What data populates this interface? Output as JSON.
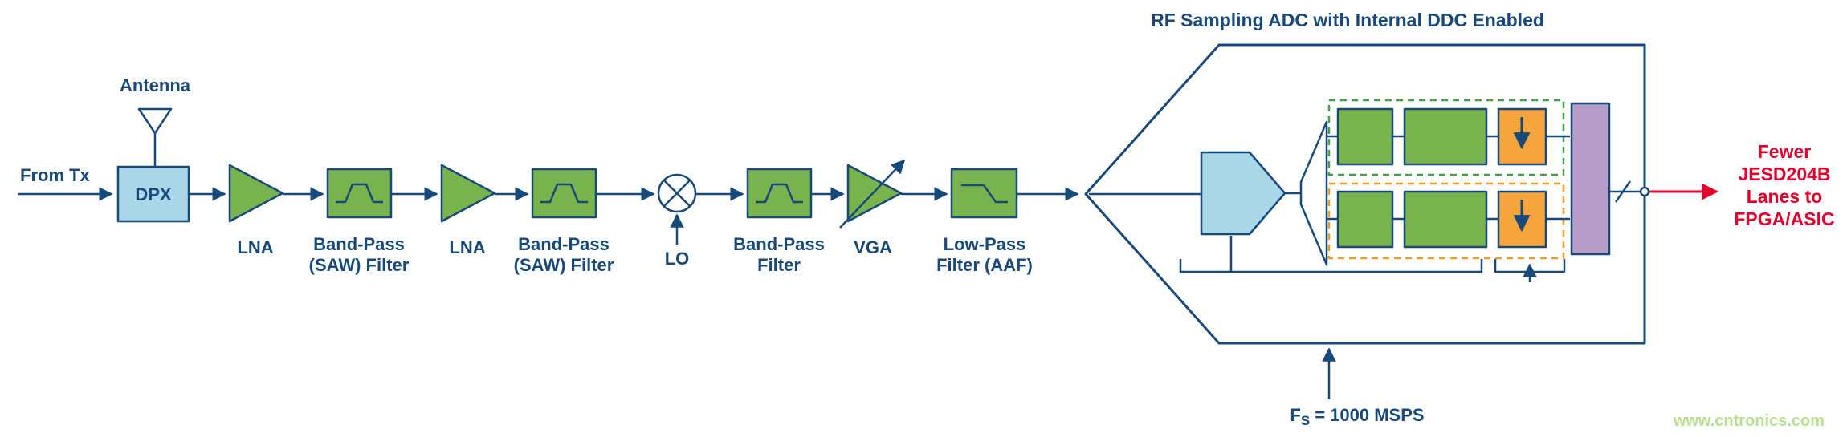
{
  "diagram": {
    "title": "RF Sampling ADC with Internal DDC Enabled",
    "source_label": "From Tx",
    "antenna_label": "Antenna",
    "duplexer": "DPX",
    "lna1": "LNA",
    "bpf1": {
      "line1": "Band-Pass",
      "line2": "(SAW) Filter"
    },
    "lna2": "LNA",
    "bpf2": {
      "line1": "Band-Pass",
      "line2": "(SAW) Filter"
    },
    "lo": "LO",
    "bpf3": {
      "line1": "Band-Pass",
      "line2": "Filter"
    },
    "vga": "VGA",
    "lpf": {
      "line1": "Low-Pass",
      "line2": "Filter (AAF)"
    },
    "sample_clock": {
      "symbol": "F",
      "subscript": "S",
      "value": "= 1000 MSPS"
    },
    "output_note": {
      "line1": "Fewer",
      "line2": "JESD204B",
      "line3": "Lanes to",
      "line4": "FPGA/ASIC"
    },
    "watermark": "www.cntronics.com"
  },
  "colors": {
    "line_navy": "#17497b",
    "block_green": "#78b34e",
    "block_light_blue": "#a9d7e8",
    "block_orange": "#f5a53c",
    "block_purple": "#b79dc8",
    "accent_red": "#e4002b",
    "dashed_green": "#43a047",
    "dashed_orange": "#f59a23",
    "watermark_green": "#b8e090"
  }
}
